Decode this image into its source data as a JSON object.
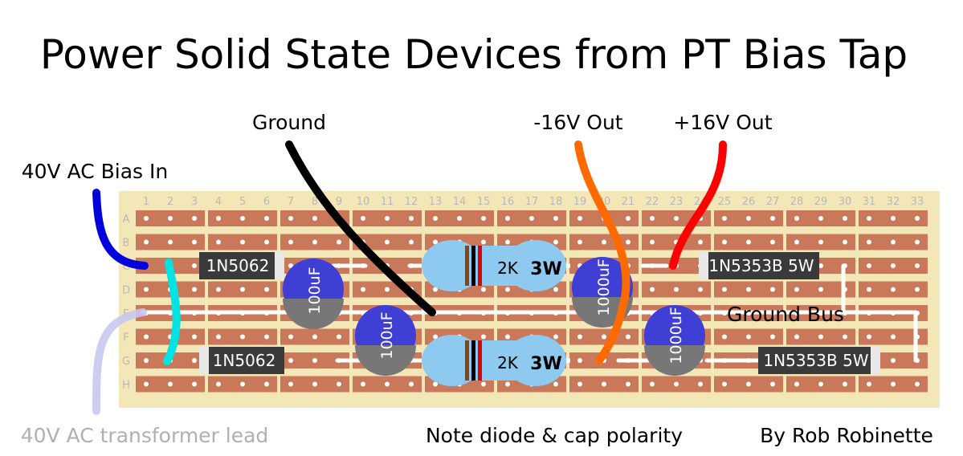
{
  "title": "Power Solid State Devices from PT Bias Tap",
  "labels": {
    "ground": "Ground",
    "neg_out": "-16V Out",
    "pos_out": "+16V Out",
    "ac_in": "40V AC Bias In",
    "transformer_lead": "40V AC transformer lead",
    "note": "Note diode & cap polarity",
    "author": "By Rob Robinette",
    "ground_bus": "Ground Bus"
  },
  "board": {
    "columns": [
      "1",
      "2",
      "3",
      "4",
      "5",
      "6",
      "7",
      "8",
      "9",
      "10",
      "11",
      "12",
      "13",
      "14",
      "15",
      "16",
      "17",
      "18",
      "19",
      "20",
      "21",
      "22",
      "23",
      "24",
      "25",
      "26",
      "27",
      "28",
      "29",
      "30",
      "31",
      "32",
      "33"
    ],
    "rows": [
      "A",
      "B",
      "C",
      "D",
      "E",
      "F",
      "G",
      "H"
    ]
  },
  "components": {
    "diode_top_left": "1N5062",
    "diode_bottom_left": "1N5062",
    "diode_top_right": "1N5353B 5W",
    "diode_bottom_right": "1N5353B 5W",
    "cap_100_a": "100uF",
    "cap_100_b": "100uF",
    "cap_1000_a": "1000uF",
    "cap_1000_b": "1000uF",
    "res_top_value": "2K",
    "res_top_power": "3W",
    "res_bottom_value": "2K",
    "res_bottom_power": "3W"
  },
  "colors": {
    "board": "#f3e7b8",
    "strip": "#c9785a",
    "hole": "#ffffff",
    "capacitor": "#3f3fd6",
    "resistor": "#8ec9ef",
    "diode": "#3a3a3a",
    "wire_ground": "#000000",
    "wire_neg": "#ff6a00",
    "wire_pos": "#ff0000",
    "wire_ac_in": "#0000dd",
    "wire_cyan": "#00e4e4",
    "wire_transformer": "#c8c8f0"
  }
}
